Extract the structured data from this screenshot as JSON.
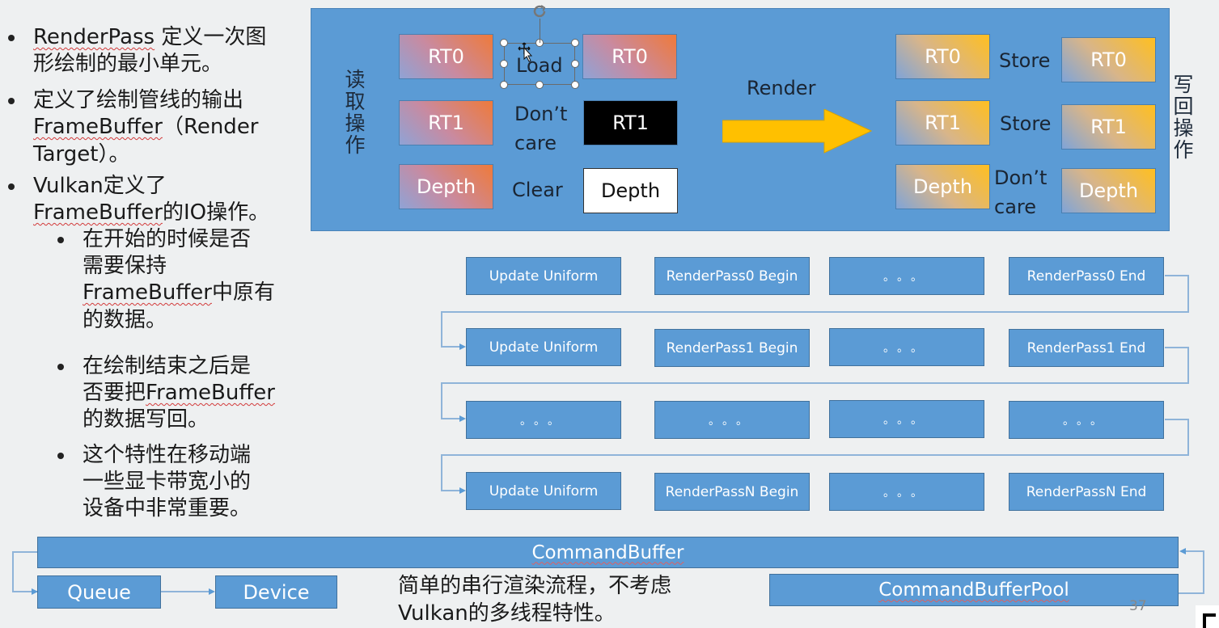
{
  "bullets": [
    {
      "level": 1,
      "lines": [
        [
          "RenderPass",
          " 定义一次图"
        ],
        [
          "",
          "形绘制的最小单元。"
        ]
      ]
    },
    {
      "level": 1,
      "lines": [
        [
          "",
          "定义了绘制管线的输出"
        ],
        [
          "FrameBuffer",
          "（Render"
        ],
        [
          "",
          "Target）。"
        ]
      ]
    },
    {
      "level": 1,
      "lines": [
        [
          "",
          "Vulkan定义了"
        ],
        [
          "FrameBuffer",
          "的IO操作。"
        ]
      ]
    },
    {
      "level": 2,
      "lines": [
        [
          "",
          "在开始的时候是否"
        ],
        [
          "",
          "需要保持"
        ],
        [
          "FrameBuffer",
          "中原有"
        ],
        [
          "",
          "的数据。"
        ]
      ]
    },
    {
      "level": 2,
      "lines": [
        [
          "",
          "在绘制结束之后是"
        ],
        [
          "否要把",
          "FrameBuffer"
        ],
        [
          "",
          "的数据写回。"
        ]
      ]
    },
    {
      "level": 2,
      "lines": [
        [
          "",
          "这个特性在移动端"
        ],
        [
          "",
          "一些显卡带宽小的"
        ],
        [
          "",
          "设备中非常重要。"
        ]
      ]
    }
  ],
  "panel": {
    "read_label": "读取操作",
    "write_label": "写回操作",
    "render_label": "Render",
    "load_ops": {
      "sources": [
        "RT0",
        "RT1",
        "Depth"
      ],
      "ops": [
        "Load",
        "Don’t care",
        "Clear"
      ],
      "results": [
        "RT0",
        "RT1",
        "Depth"
      ]
    },
    "store_ops": {
      "sources": [
        "RT0",
        "RT1",
        "Depth"
      ],
      "ops": [
        "Store",
        "Store",
        "Don’t care"
      ],
      "results": [
        "RT0",
        "RT1",
        "Depth"
      ]
    },
    "colors": {
      "panel": "#5b9bd5",
      "arrow": "#ffc000",
      "load_accent": "#ef7a3a",
      "store_accent": "#ffbf20"
    }
  },
  "flow": {
    "rows": [
      [
        "Update Uniform",
        "RenderPass0 Begin",
        "。。。",
        "RenderPass0 End"
      ],
      [
        "Update Uniform",
        "RenderPass1 Begin",
        "。。。",
        "RenderPass1 End"
      ],
      [
        "。。。",
        "。。。",
        "。。。",
        "。。。"
      ],
      [
        "Update Uniform",
        "RenderPassN Begin",
        "。。。",
        "RenderPassN End"
      ]
    ]
  },
  "bottom": {
    "command_buffer": "CommandBuffer",
    "queue": "Queue",
    "device": "Device",
    "command_buffer_pool": "CommandBufferPool",
    "caption_line1": "简单的串行渲染流程，不考虑",
    "caption_line2": "Vulkan的多线程特性。"
  },
  "slide": {
    "page_number": "37"
  }
}
